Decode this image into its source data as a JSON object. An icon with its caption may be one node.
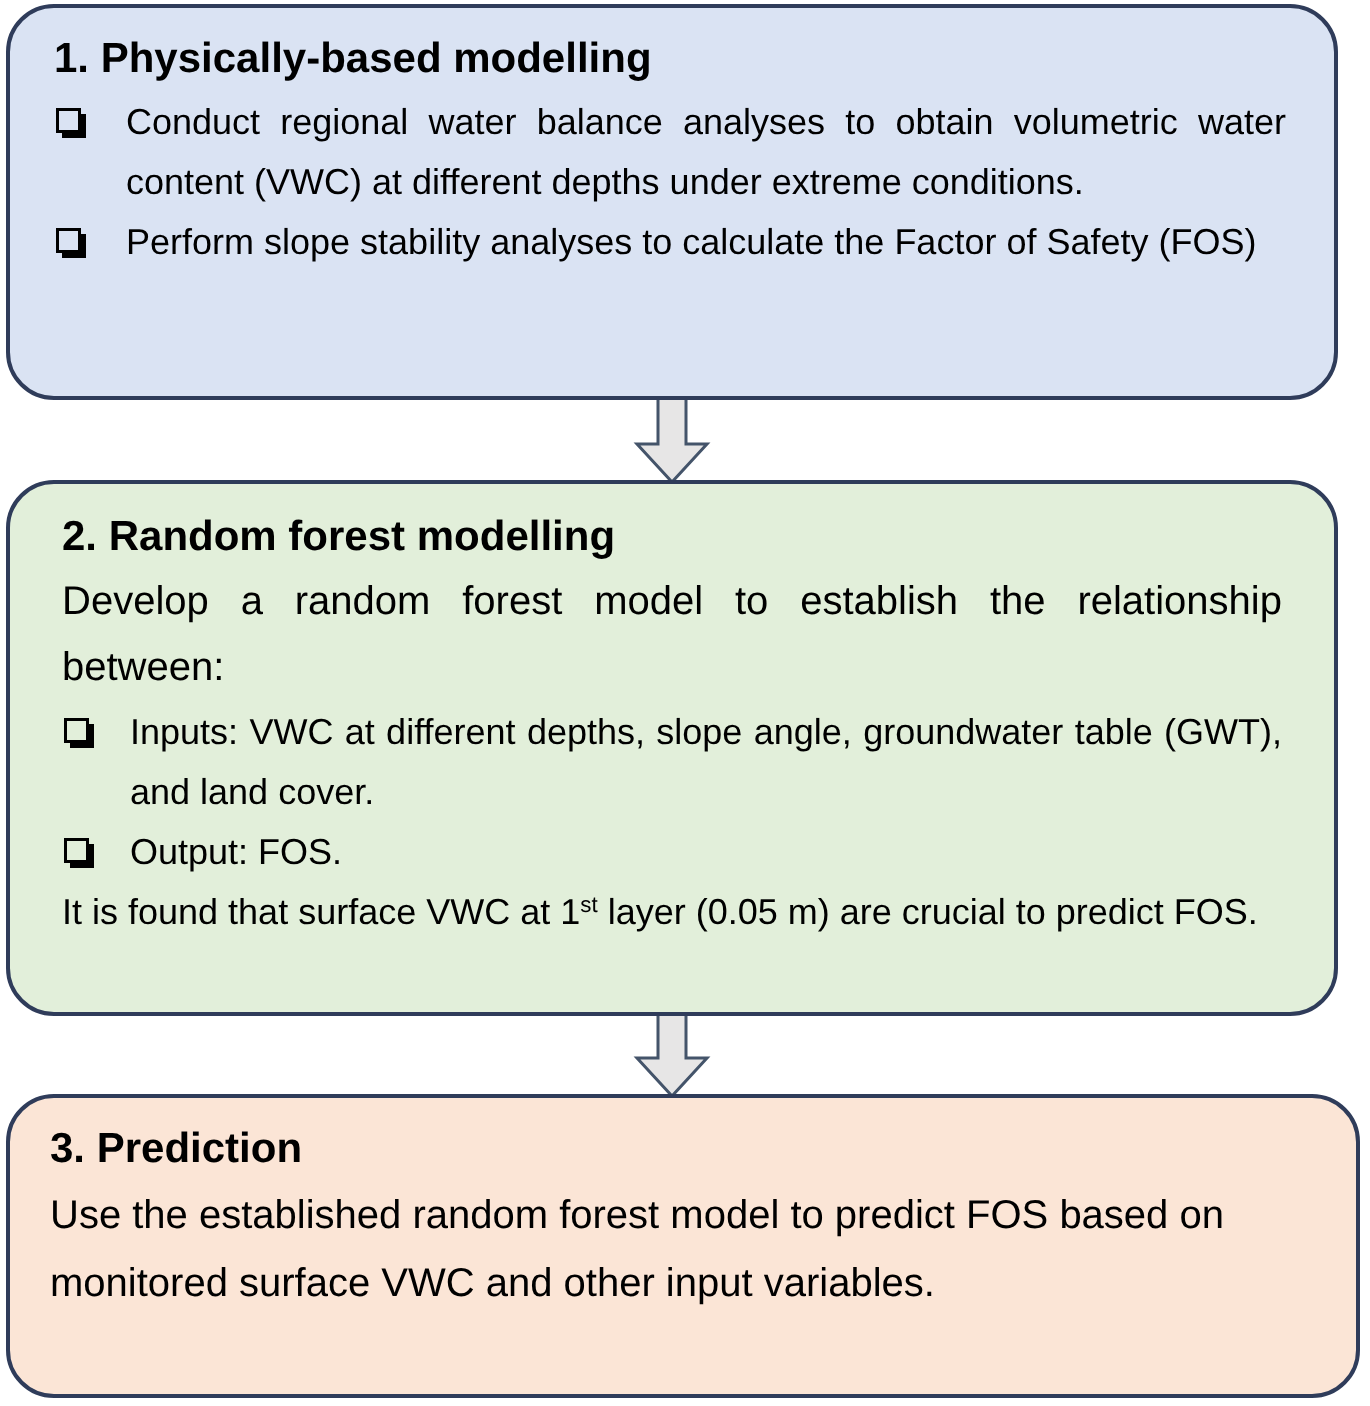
{
  "diagram": {
    "nodes": [
      {
        "text": [
          "1. Physically-based modelling",
          "Conduct regional water balance analyses to obtain volumetric water content (VWC) at different depths under extreme conditions.",
          "Perform slope stability analyses to calculate the Factor of Safety (FOS)"
        ]
      },
      {
        "text": [
          "2. Random forest modelling",
          "Develop a random forest model to establish the relationship between:",
          "Inputs: VWC at different depths, slope angle, groundwater table (GWT), and land cover.",
          "Output: FOS.",
          "It is found that surface VWC at 1$^{st}$ layer (0.05 m) are crucial to predict FOS."
        ]
      },
      {
        "text": [
          "3. Prediction",
          "Use the established random forest model to predict FOS based on monitored surface VWC and other input variables."
        ]
      }
    ],
    "edges": [
      {
        "from": 0,
        "to": 1,
        "arrow": "to"
      },
      {
        "from": 1,
        "to": 2,
        "arrow": "to"
      }
    ]
  }
}
